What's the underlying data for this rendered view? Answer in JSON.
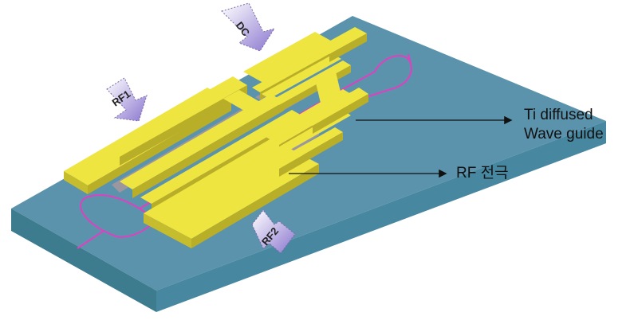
{
  "arrows": {
    "dc": "DC",
    "rf1": "RF1",
    "rf2": "RF2"
  },
  "labels": {
    "waveguide_line1": "Ti diffused",
    "waveguide_line2": "Wave guide",
    "rf_electrode": "RF 전극"
  },
  "colors": {
    "substrate_top": "#5b93ad",
    "substrate_front": "#3f7f94",
    "substrate_side": "#4a8aa0",
    "electrode_top": "#f0e641",
    "electrode_side": "#c4bb2c",
    "electrode_shadow": "#9d969e",
    "waveguide": "#e040c0",
    "arrow_fill": "#9e8fd6"
  }
}
